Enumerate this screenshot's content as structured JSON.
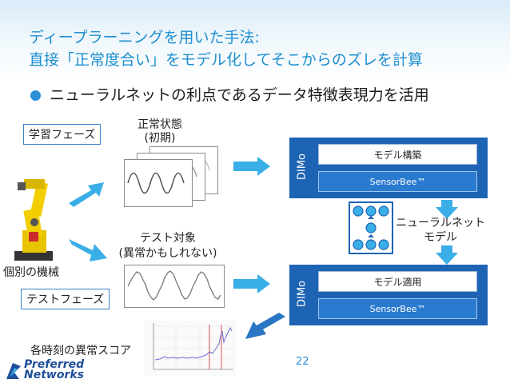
{
  "title": {
    "line1": "ディープラーニングを用いた手法:",
    "line2": "直接「正常度合い」をモデル化してそこからのズレを計算"
  },
  "bullet": "ニューラルネットの利点であるデータ特徴表現力を活用",
  "phases": {
    "learning": "学習フェーズ",
    "test": "テストフェーズ"
  },
  "labels": {
    "normal_state_l1": "正常状態",
    "normal_state_l2": "(初期)",
    "test_target_l1": "テスト対象",
    "test_target_l2": "(異常かもしれない)",
    "individual_machine": "個別の機械",
    "anomaly_score": "各時刻の異常スコア",
    "nn_model_l1": "ニューラルネット",
    "nn_model_l2": "モデル"
  },
  "dimo_top": {
    "label": "DIMo",
    "inner1": "モデル構築",
    "inner2": "SensorBee™"
  },
  "dimo_bottom": {
    "label": "DIMo",
    "inner1": "モデル適用",
    "inner2": "SensorBee™"
  },
  "logo": {
    "line1": "Preferred",
    "line2": "Networks"
  },
  "page_number": "22",
  "colors": {
    "title": "#1e8fd0",
    "dimo": "#1e64b4",
    "arrow": "#3aaee6",
    "arrow_dark": "#2a76c4"
  },
  "icons": [
    "robot-arm-icon",
    "neural-net-icon",
    "wave-chart-icon",
    "score-chart-icon",
    "arrow-icon"
  ]
}
